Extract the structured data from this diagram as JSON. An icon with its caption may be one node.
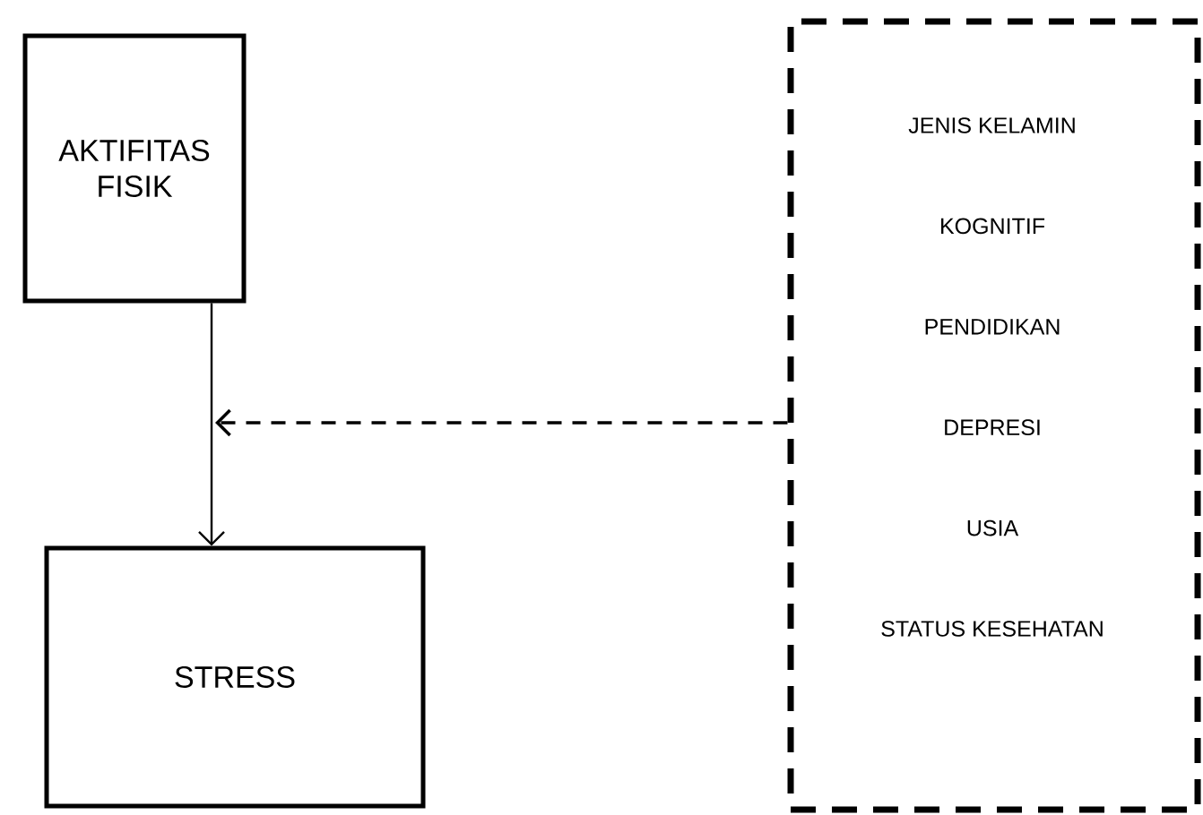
{
  "diagram": {
    "nodes": [
      {
        "text": [
          "AKTIFITAS FISIK"
        ]
      },
      {
        "text": [
          "STRESS"
        ]
      },
      {
        "text": [
          "JENIS KELAMIN",
          "KOGNITIF",
          "PENDIDIKAN",
          "DEPRESI",
          "USIA",
          "STATUS KESEHATAN"
        ]
      }
    ],
    "edges": [
      {
        "from": 0,
        "to": 1,
        "arrow": "to"
      },
      {
        "from": 2,
        "to": null,
        "arrow": "to",
        "style": "dashed"
      }
    ]
  }
}
